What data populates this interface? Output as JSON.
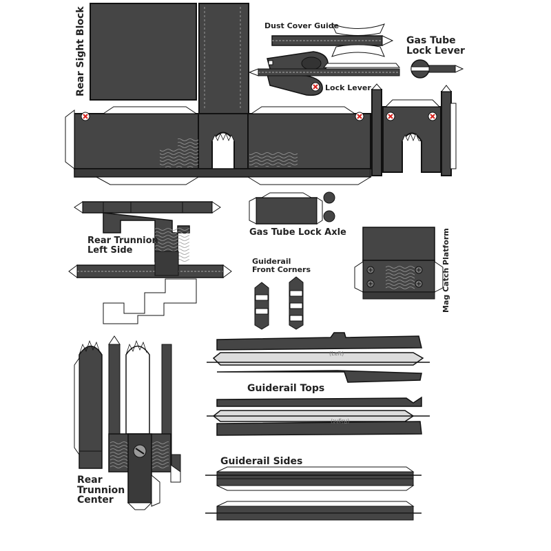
{
  "labels": {
    "rear_sight_block": "Rear Sight Block",
    "dust_cover_guide": "Dust Cover Guide",
    "gas_tube_lock_lever": "Gas Tube\nLock Lever",
    "lock_lever": "Lock Lever",
    "gas_tube_lock_axle": "Gas Tube Lock Axle",
    "rear_trunnion_left_side": "Rear Trunnion\nLeft Side",
    "guiderail_front_corners": "Guiderail\nFront Corners",
    "mag_catch_platform": "Mag Catch Platform",
    "guiderail_tops": "Guiderail Tops",
    "left_mark": "(Left)",
    "right_mark": "(Right)",
    "guiderail_sides": "Guiderail Sides",
    "rear_trunnion_center": "Rear\nTrunnion\nCenter"
  },
  "colors": {
    "part_fill": "#454545",
    "part_dark": "#3a3a3a",
    "outline": "#111111",
    "light_fill": "#dcdcdc",
    "glue_mark": "#d8201c",
    "paper": "#ffffff"
  }
}
